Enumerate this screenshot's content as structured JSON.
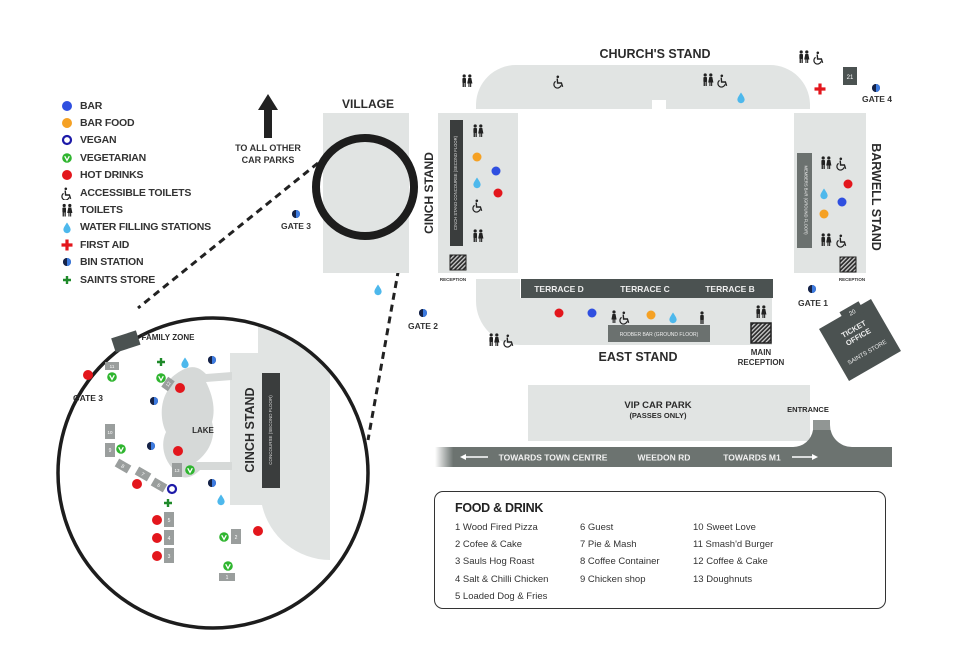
{
  "legend": {
    "items": [
      {
        "icon": "bar-icon",
        "label": "BAR",
        "color": "#2f4fe0"
      },
      {
        "icon": "bar-food-icon",
        "label": "BAR FOOD",
        "color": "#f5a124"
      },
      {
        "icon": "vegan-icon",
        "label": "VEGAN",
        "color": "#1d1aa8"
      },
      {
        "icon": "vegetarian-icon",
        "label": "VEGETARIAN",
        "color": "#2fb52f"
      },
      {
        "icon": "hot-drinks-icon",
        "label": "HOT DRINKS",
        "color": "#e3161c"
      },
      {
        "icon": "accessible-toilets-icon",
        "label": "ACCESSIBLE TOILETS",
        "color": "#222222"
      },
      {
        "icon": "toilets-icon",
        "label": "TOILETS",
        "color": "#222222"
      },
      {
        "icon": "water-filling-icon",
        "label": "WATER FILLING STATIONS",
        "color": "#4db8ec"
      },
      {
        "icon": "first-aid-icon",
        "label": "FIRST AID",
        "color": "#e3161c"
      },
      {
        "icon": "bin-station-icon",
        "label": "BIN STATION",
        "color": "#2f5fc4"
      },
      {
        "icon": "saints-store-icon",
        "label": "SAINTS STORE",
        "color": "#1f8a2a"
      }
    ]
  },
  "map": {
    "to_car_parks": [
      "TO ALL OTHER",
      "CAR PARKS"
    ],
    "village": "VILLAGE",
    "gate3": "GATE 3",
    "gate2": "GATE 2",
    "gate1": "GATE 1",
    "gate4": "GATE 4",
    "cinch_stand": "CINCH STAND",
    "cinch_concourse": "CINCH STAND CONCOURSE (SECOND FLOOR)",
    "reception": "RECEPTION",
    "churchs_stand": "CHURCH'S STAND",
    "barwell_stand": "BARWELL STAND",
    "members_bar": "MEMBERS BAR (GROUND FLOOR)",
    "east_stand": "EAST STAND",
    "terraces": [
      "TERRACE D",
      "TERRACE C",
      "TERRACE B"
    ],
    "rodber_bar": "RODBER BAR (GROUND FLOOR)",
    "main_reception": [
      "MAIN",
      "RECEPTION"
    ],
    "ticket_office": [
      "TICKET",
      "OFFICE"
    ],
    "saints_store": "SAINTS STORE",
    "kiosk20": "20",
    "kiosk21": "21",
    "entrance": "ENTRANCE",
    "vip_car_park": "VIP CAR PARK",
    "vip_passes": "(PASSES ONLY)",
    "road": {
      "left": "TOWARDS TOWN CENTRE",
      "center": "WEEDON RD",
      "right": "TOWARDS M1"
    }
  },
  "inset": {
    "family_zone": "FAMILY ZONE",
    "gate3": "GATE 3",
    "lake": "LAKE",
    "cinch_stand": "CINCH STAND",
    "concourse": "CONCOURSE (SECOND FLOOR)",
    "kiosks": [
      "1",
      "2",
      "3",
      "4",
      "5",
      "6",
      "7",
      "8",
      "9",
      "10",
      "11",
      "12",
      "13"
    ]
  },
  "food_drink": {
    "title": "FOOD & DRINK",
    "columns": [
      [
        "1  Wood Fired Pizza",
        "2 Cofee & Cake",
        "3 Sauls Hog Roast",
        "4 Salt & Chilli Chicken",
        "5 Loaded Dog & Fries"
      ],
      [
        "6 Guest",
        "7 Pie & Mash",
        "8 Coffee Container",
        "9 Chicken shop"
      ],
      [
        "10 Sweet Love",
        "11 Smash'd Burger",
        "12 Coffee & Cake",
        "13 Doughnuts"
      ]
    ]
  },
  "colors": {
    "stand_fill": "#e1e4e3",
    "dark_panel": "#4b5251",
    "road": "#6c7370",
    "bar": "#2f4fe0",
    "bar_food": "#f5a124",
    "hot_drinks": "#e3161c",
    "water": "#4db8ec",
    "vegetarian": "#2fb52f",
    "vegan": "#1d1aa8",
    "store": "#1f8a2a"
  }
}
